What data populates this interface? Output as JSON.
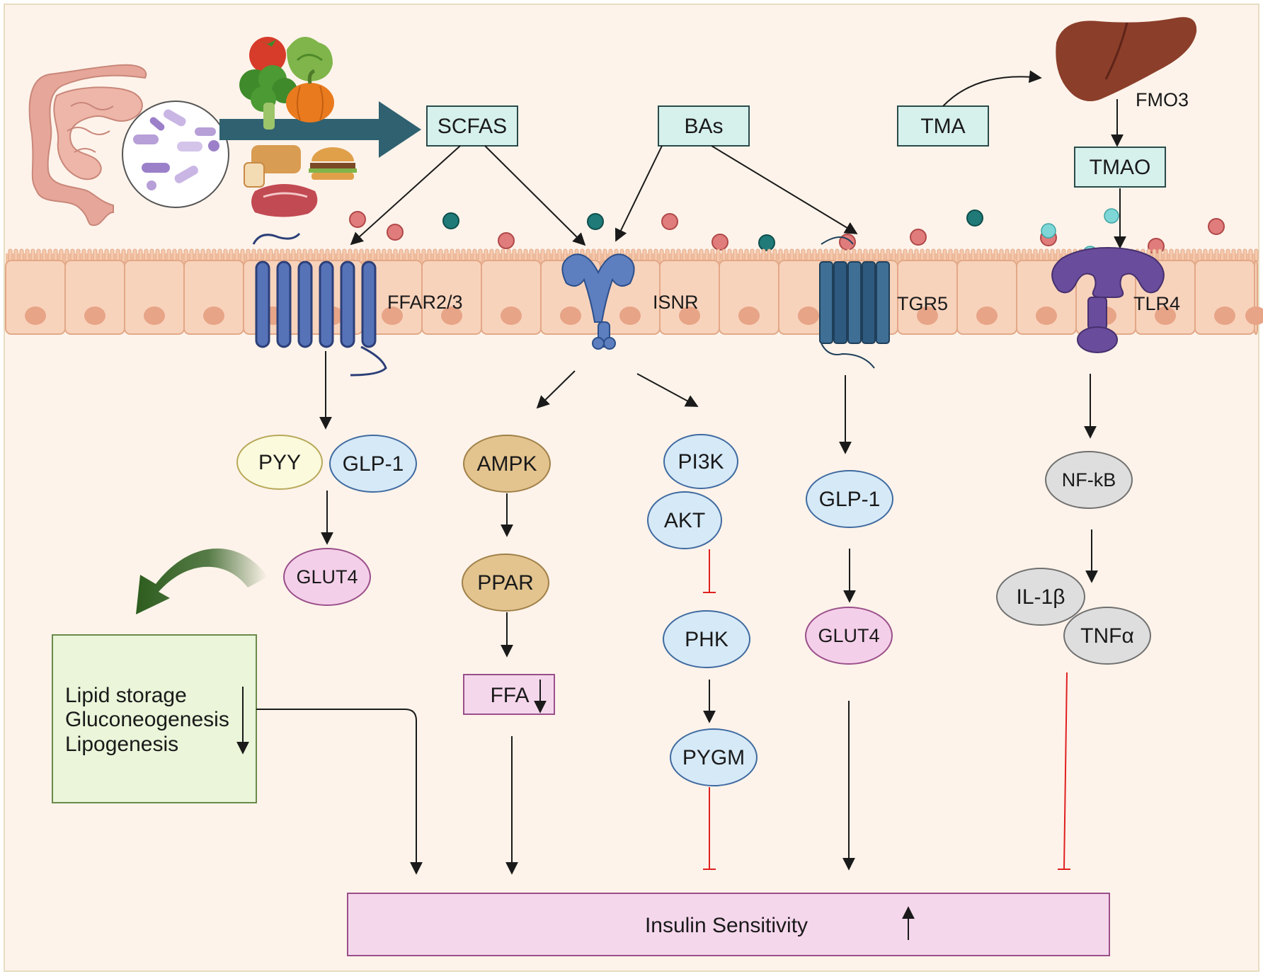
{
  "sources": {
    "scfas": "SCFAS",
    "bas": "BAs",
    "tma": "TMA",
    "tmao": "TMAO",
    "fmo3": "FMO3"
  },
  "receptors": {
    "ffar": "FFAR2/3",
    "isnr": "ISNR",
    "tgr5": "TGR5",
    "tlr4": "TLR4"
  },
  "nodes": {
    "pyy": "PYY",
    "glp1_a": "GLP-1",
    "glut4_a": "GLUT4",
    "ampk": "AMPK",
    "ppar": "PPAR",
    "ffa": "FFA",
    "pi3k": "PI3K",
    "akt": "AKT",
    "phk": "PHK",
    "pygm": "PYGM",
    "glp1_b": "GLP-1",
    "glut4_b": "GLUT4",
    "nfkb": "NF-kB",
    "il1b": "IL-1β",
    "tnfa": "TNFα"
  },
  "effects": {
    "line1": "Lipid storage",
    "line2": "Gluconeogenesis",
    "line3": "Lipogenesis"
  },
  "outcome": {
    "label": "Insulin Sensitivity"
  },
  "colors": {
    "background": "#fdf3ea",
    "source_box": "#d6f0ec",
    "membrane": "#f7cfb5",
    "receptor_blue": "#4f6fb5",
    "tlr4_purple": "#6a4c9c",
    "ampk_tan": "#e3c48f",
    "pi3k_blue": "#d6e9f7",
    "glut4_pink": "#f4cfe9",
    "grey_node": "#dedede",
    "outcome_pink": "#f5d7ec",
    "effects_green": "#eaf5d9",
    "inhibit_red": "#e02020"
  },
  "icons": [
    "gut-icon",
    "bacteria-icon",
    "food-icon",
    "liver-icon",
    "scfa-molecule-icon",
    "bile-acid-molecule-icon",
    "tmao-molecule-icon"
  ]
}
